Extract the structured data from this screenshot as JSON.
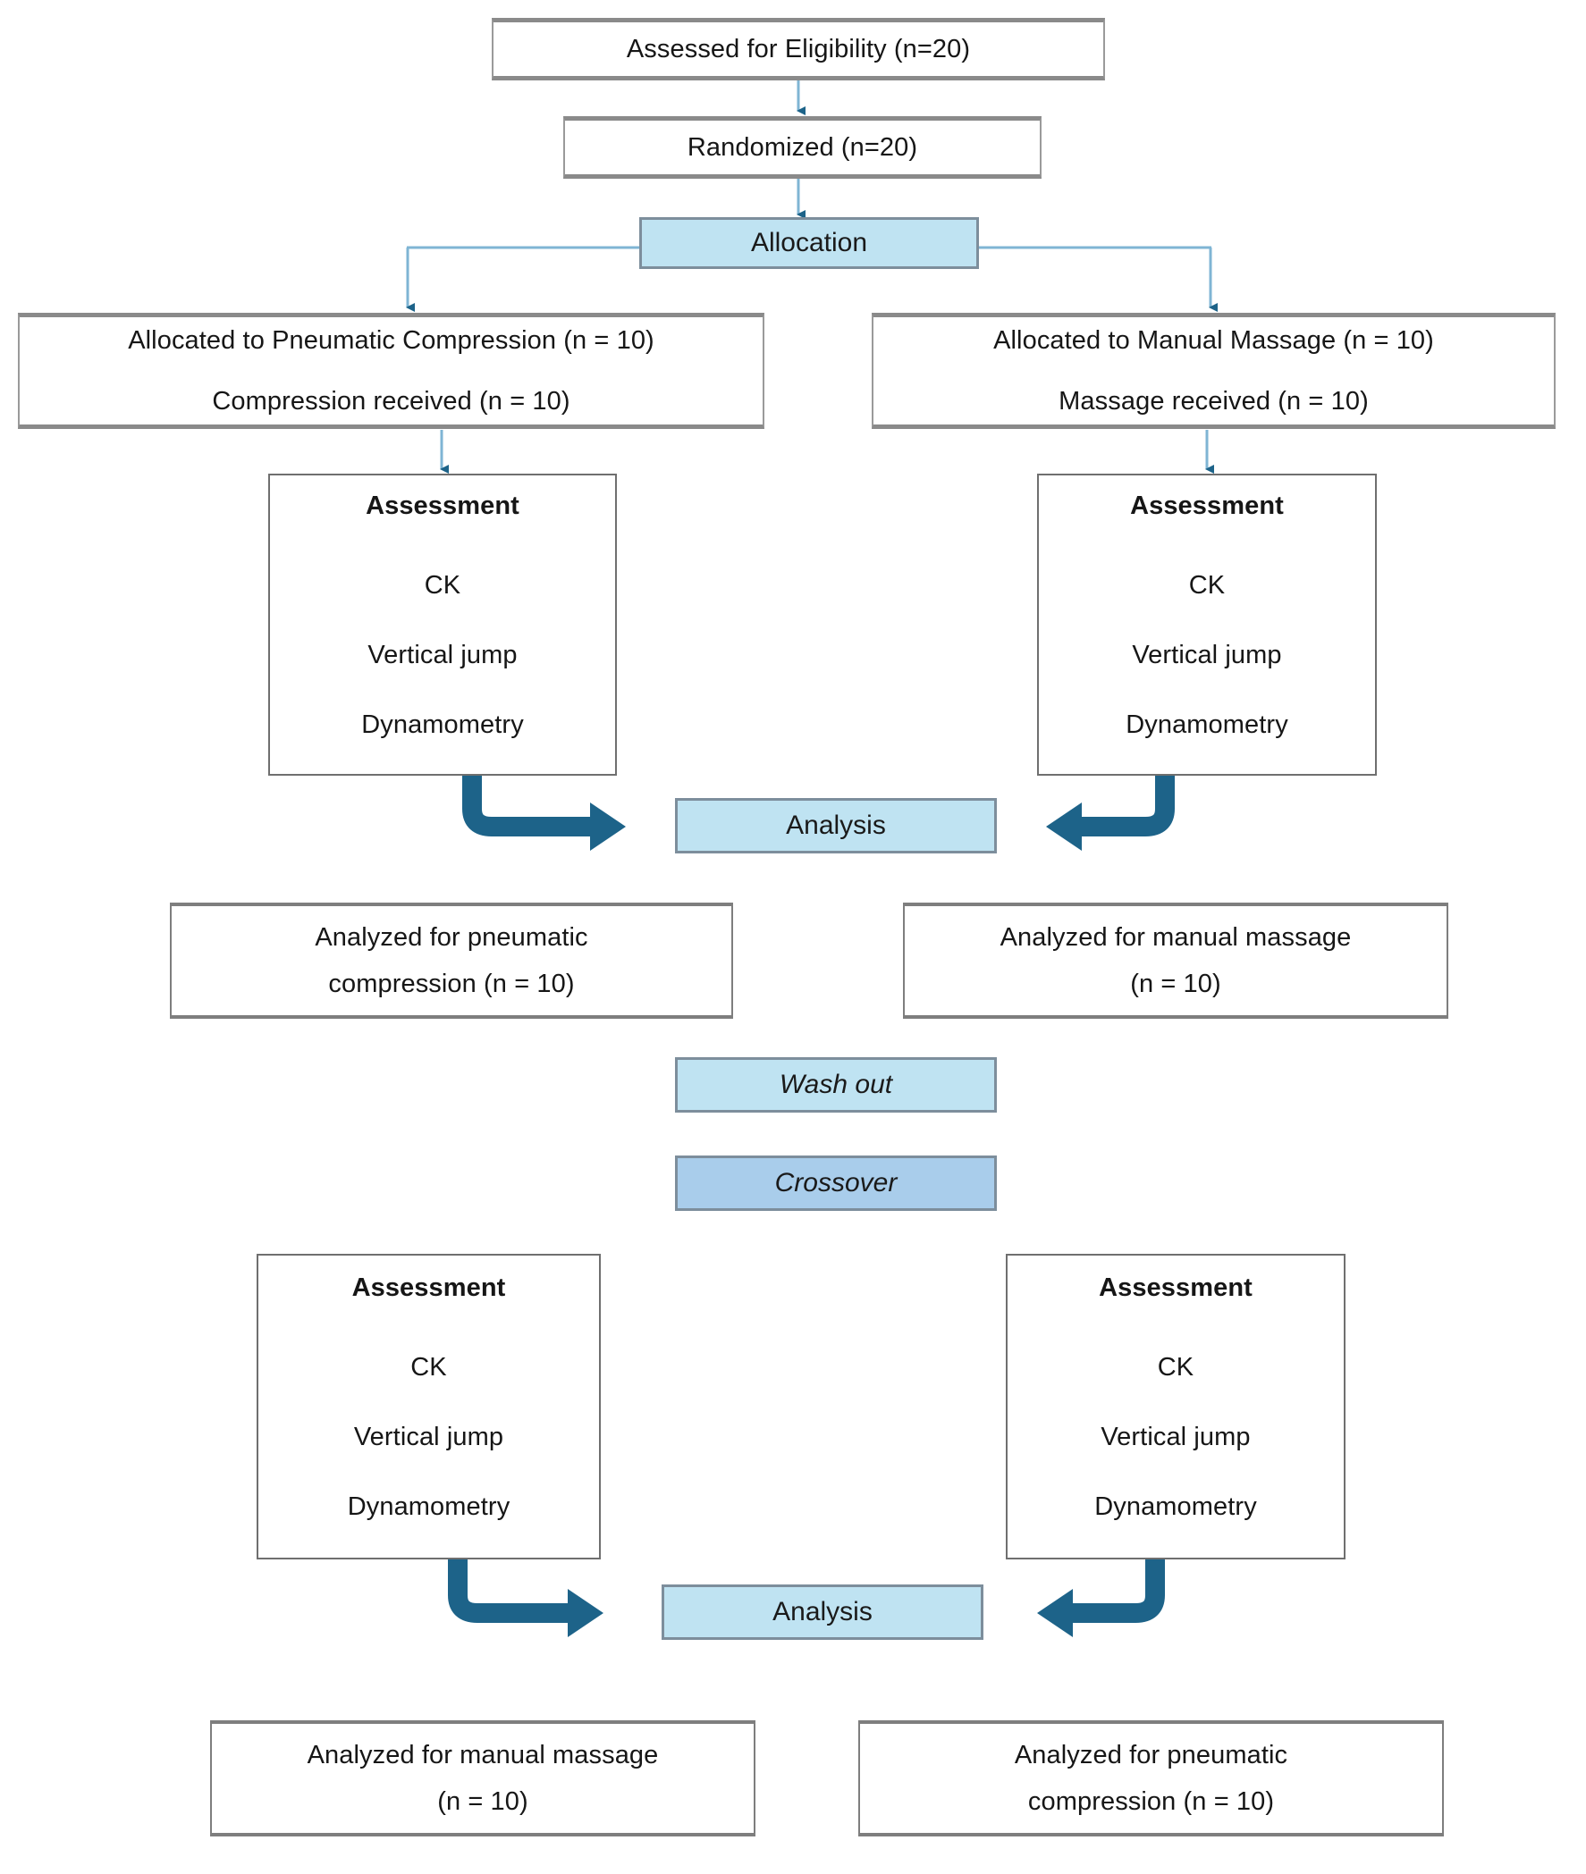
{
  "diagram": {
    "type": "consort-crossover-flow-diagram",
    "colors": {
      "banner_light_blue": "#bfe3f2",
      "banner_mid_blue": "#a9cdeb",
      "connector_blue": "#7fb5d4",
      "thick_arrow_teal": "#1d6389",
      "box_border_gray": "#6b6b6b",
      "text": "#161616",
      "background": "#ffffff"
    },
    "enrollment": {
      "assessed": "Assessed for Eligibility (n=20)",
      "randomized": "Randomized (n=20)"
    },
    "allocation": {
      "banner": "Allocation",
      "left": {
        "line1": "Allocated to Pneumatic Compression (n = 10)",
        "line2": "Compression received (n = 10)"
      },
      "right": {
        "line1": "Allocated to Manual Massage (n = 10)",
        "line2": "Massage received (n = 10)"
      }
    },
    "assessment_period_one": {
      "left": {
        "title": "Assessment",
        "item1": "CK",
        "item2": "Vertical jump",
        "item3": "Dynamometry"
      },
      "right": {
        "title": "Assessment",
        "item1": "CK",
        "item2": "Vertical jump",
        "item3": "Dynamometry"
      }
    },
    "analysis_one": {
      "banner": "Analysis",
      "left": {
        "line1": "Analyzed for pneumatic",
        "line2": "compression (n = 10)"
      },
      "right": {
        "line1": "Analyzed for manual massage",
        "line2": "(n = 10)"
      }
    },
    "transition": {
      "washout": "Wash out",
      "crossover": "Crossover"
    },
    "assessment_period_two": {
      "left": {
        "title": "Assessment",
        "item1": "CK",
        "item2": "Vertical jump",
        "item3": "Dynamometry"
      },
      "right": {
        "title": "Assessment",
        "item1": "CK",
        "item2": "Vertical jump",
        "item3": "Dynamometry"
      }
    },
    "analysis_two": {
      "banner": "Analysis",
      "left": {
        "line1": "Analyzed for manual massage",
        "line2": "(n = 10)"
      },
      "right": {
        "line1": "Analyzed for pneumatic",
        "line2": "compression (n = 10)"
      }
    }
  }
}
